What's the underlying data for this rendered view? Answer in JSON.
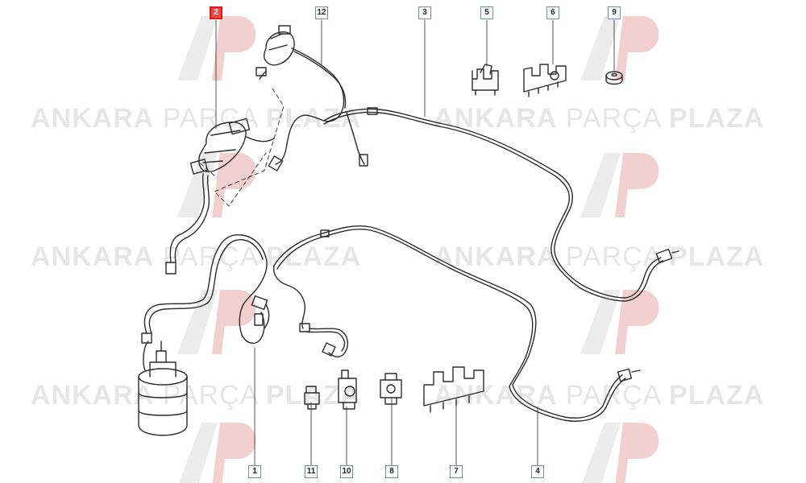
{
  "watermark": {
    "brand_bold": "ANKARA",
    "brand_light": "PARÇA",
    "brand_bold2": "PLAZA",
    "logo_letters": "AP"
  },
  "callouts": [
    {
      "id": "2",
      "highlighted": true
    },
    {
      "id": "12",
      "highlighted": false
    },
    {
      "id": "3",
      "highlighted": false
    },
    {
      "id": "5",
      "highlighted": false
    },
    {
      "id": "6",
      "highlighted": false
    },
    {
      "id": "9",
      "highlighted": false
    },
    {
      "id": "1",
      "highlighted": false
    },
    {
      "id": "11",
      "highlighted": false
    },
    {
      "id": "10",
      "highlighted": false
    },
    {
      "id": "8",
      "highlighted": false
    },
    {
      "id": "7",
      "highlighted": false
    },
    {
      "id": "4",
      "highlighted": false
    }
  ],
  "colors": {
    "line": "#2b2b2b",
    "callout_border": "#6a8fb0",
    "highlight": "#e01818",
    "watermark": "#e6e6e6",
    "logo_red": "#f3d0d0",
    "logo_grey": "#ececec"
  }
}
